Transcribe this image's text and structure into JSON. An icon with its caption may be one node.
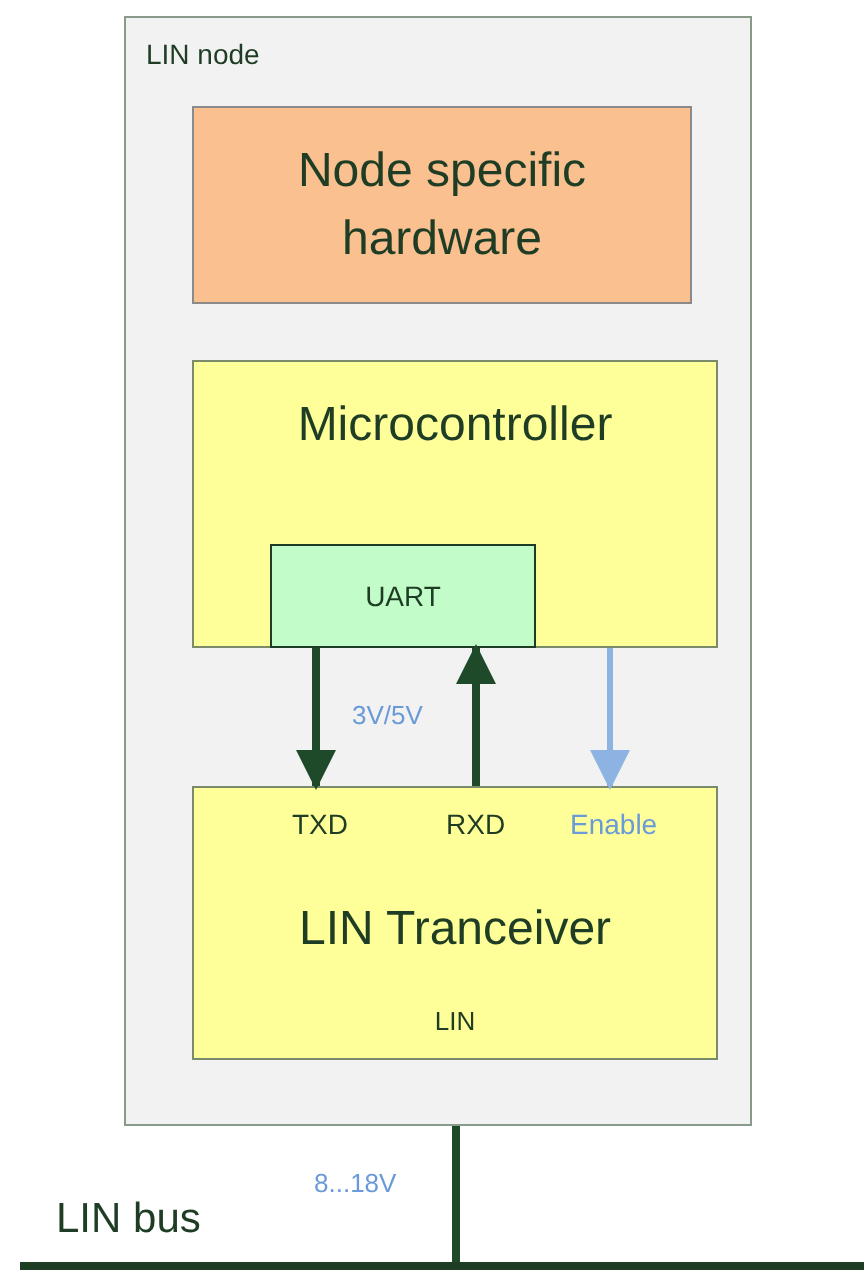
{
  "diagram": {
    "nodes": [
      {
        "text": [
          "LIN node"
        ]
      },
      {
        "text": [
          "Node specific hardware"
        ],
        "in": 0
      },
      {
        "text": [
          "Microcontroller"
        ],
        "in": 0
      },
      {
        "text": [
          "UART"
        ],
        "in": 2
      },
      {
        "text": [
          "TXD",
          "RXD",
          "Enable",
          "LIN Tranceiver",
          "LIN"
        ],
        "in": 0
      },
      {
        "text": [],
        "shape": "bar",
        "beside": [
          "LIN bus"
        ]
      }
    ],
    "edges": [
      {
        "from": 3,
        "to": 4,
        "arrow": "to"
      },
      {
        "from": 4,
        "to": 3,
        "arrow": "to"
      },
      {
        "from": 2,
        "to": 4,
        "arrow": "to",
        "color": "#8db3e2"
      },
      {
        "from": 0,
        "to": 5,
        "arrow": "none"
      }
    ],
    "labels": [
      "3V/5V",
      "8...18V"
    ]
  }
}
